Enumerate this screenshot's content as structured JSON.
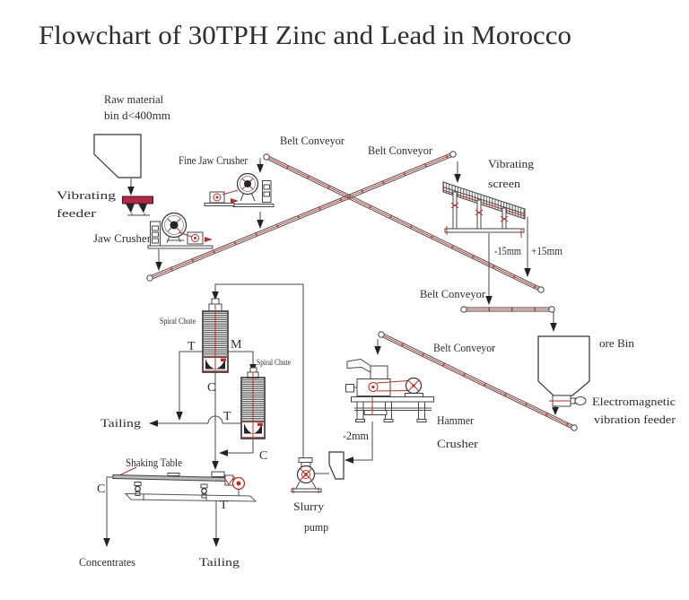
{
  "title": "Flowchart of 30TPH Zinc and Lead in Morocco",
  "palette": {
    "ink": "#2d2d2d",
    "line_grey": "#4a4a4a",
    "accent_red": "#b2302a",
    "conveyor_red": "#c43c35",
    "feeder_crimson": "#b5254d",
    "table_grey": "#b9b9b9"
  },
  "equipment": {
    "raw_material_bin": {
      "line1": "Raw material",
      "line2": "bin d<400mm"
    },
    "vibrating_feeder": {
      "line1": "Vibrating",
      "line2": "feeder"
    },
    "jaw_crusher": {
      "label": "Jaw Crusher"
    },
    "fine_jaw_crusher": {
      "label": "Fine Jaw Crusher"
    },
    "belt_conveyor_oversize_return": {
      "label": "Belt Conveyor"
    },
    "belt_conveyor_to_screen": {
      "label": "Belt Conveyor"
    },
    "vibrating_screen": {
      "line1": "Vibrating",
      "line2": "screen"
    },
    "belt_conveyor_to_ore_bin": {
      "label": "Belt Conveyor"
    },
    "ore_bin": {
      "label": "ore Bin"
    },
    "electromagnetic_vibration_feeder": {
      "line1": "Electromagnetic",
      "line2": "vibration feeder"
    },
    "belt_conveyor_to_hammer_crusher": {
      "label": "Belt Conveyor"
    },
    "hammer_crusher": {
      "line1": "Hammer",
      "line2": "Crusher"
    },
    "slurry_pump": {
      "line1": "Slurry",
      "line2": "pump"
    },
    "spiral_chute_primary": {
      "label": "Spiral Chute"
    },
    "spiral_chute_secondary": {
      "label": "Spiral Chute"
    },
    "shaking_table": {
      "label": "Shaking Table"
    }
  },
  "streams": {
    "screen_undersize": "-15mm",
    "screen_oversize": "+15mm",
    "hammer_product": "-2mm",
    "chute1_tailing": "T",
    "chute1_middling": "M",
    "chute1_concentrate": "C",
    "chute2_tailing": "T",
    "chute2_concentrate": "C",
    "table_concentrate": "C",
    "table_tailing": "T",
    "tailing_mid": "Tailing",
    "concentrates_final": "Concentrates",
    "tailing_final": "Tailing"
  }
}
